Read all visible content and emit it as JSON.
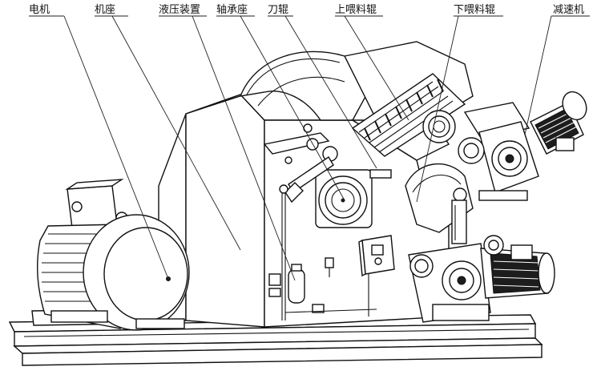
{
  "labels": {
    "motor": "电机",
    "base": "机座",
    "hydraulic": "液压装置",
    "bearing_seat": "轴承座",
    "knife_roller": "刀辊",
    "upper_feed_roller": "上喂料辊",
    "lower_feed_roller": "下喂料辊",
    "reducer": "减速机"
  }
}
